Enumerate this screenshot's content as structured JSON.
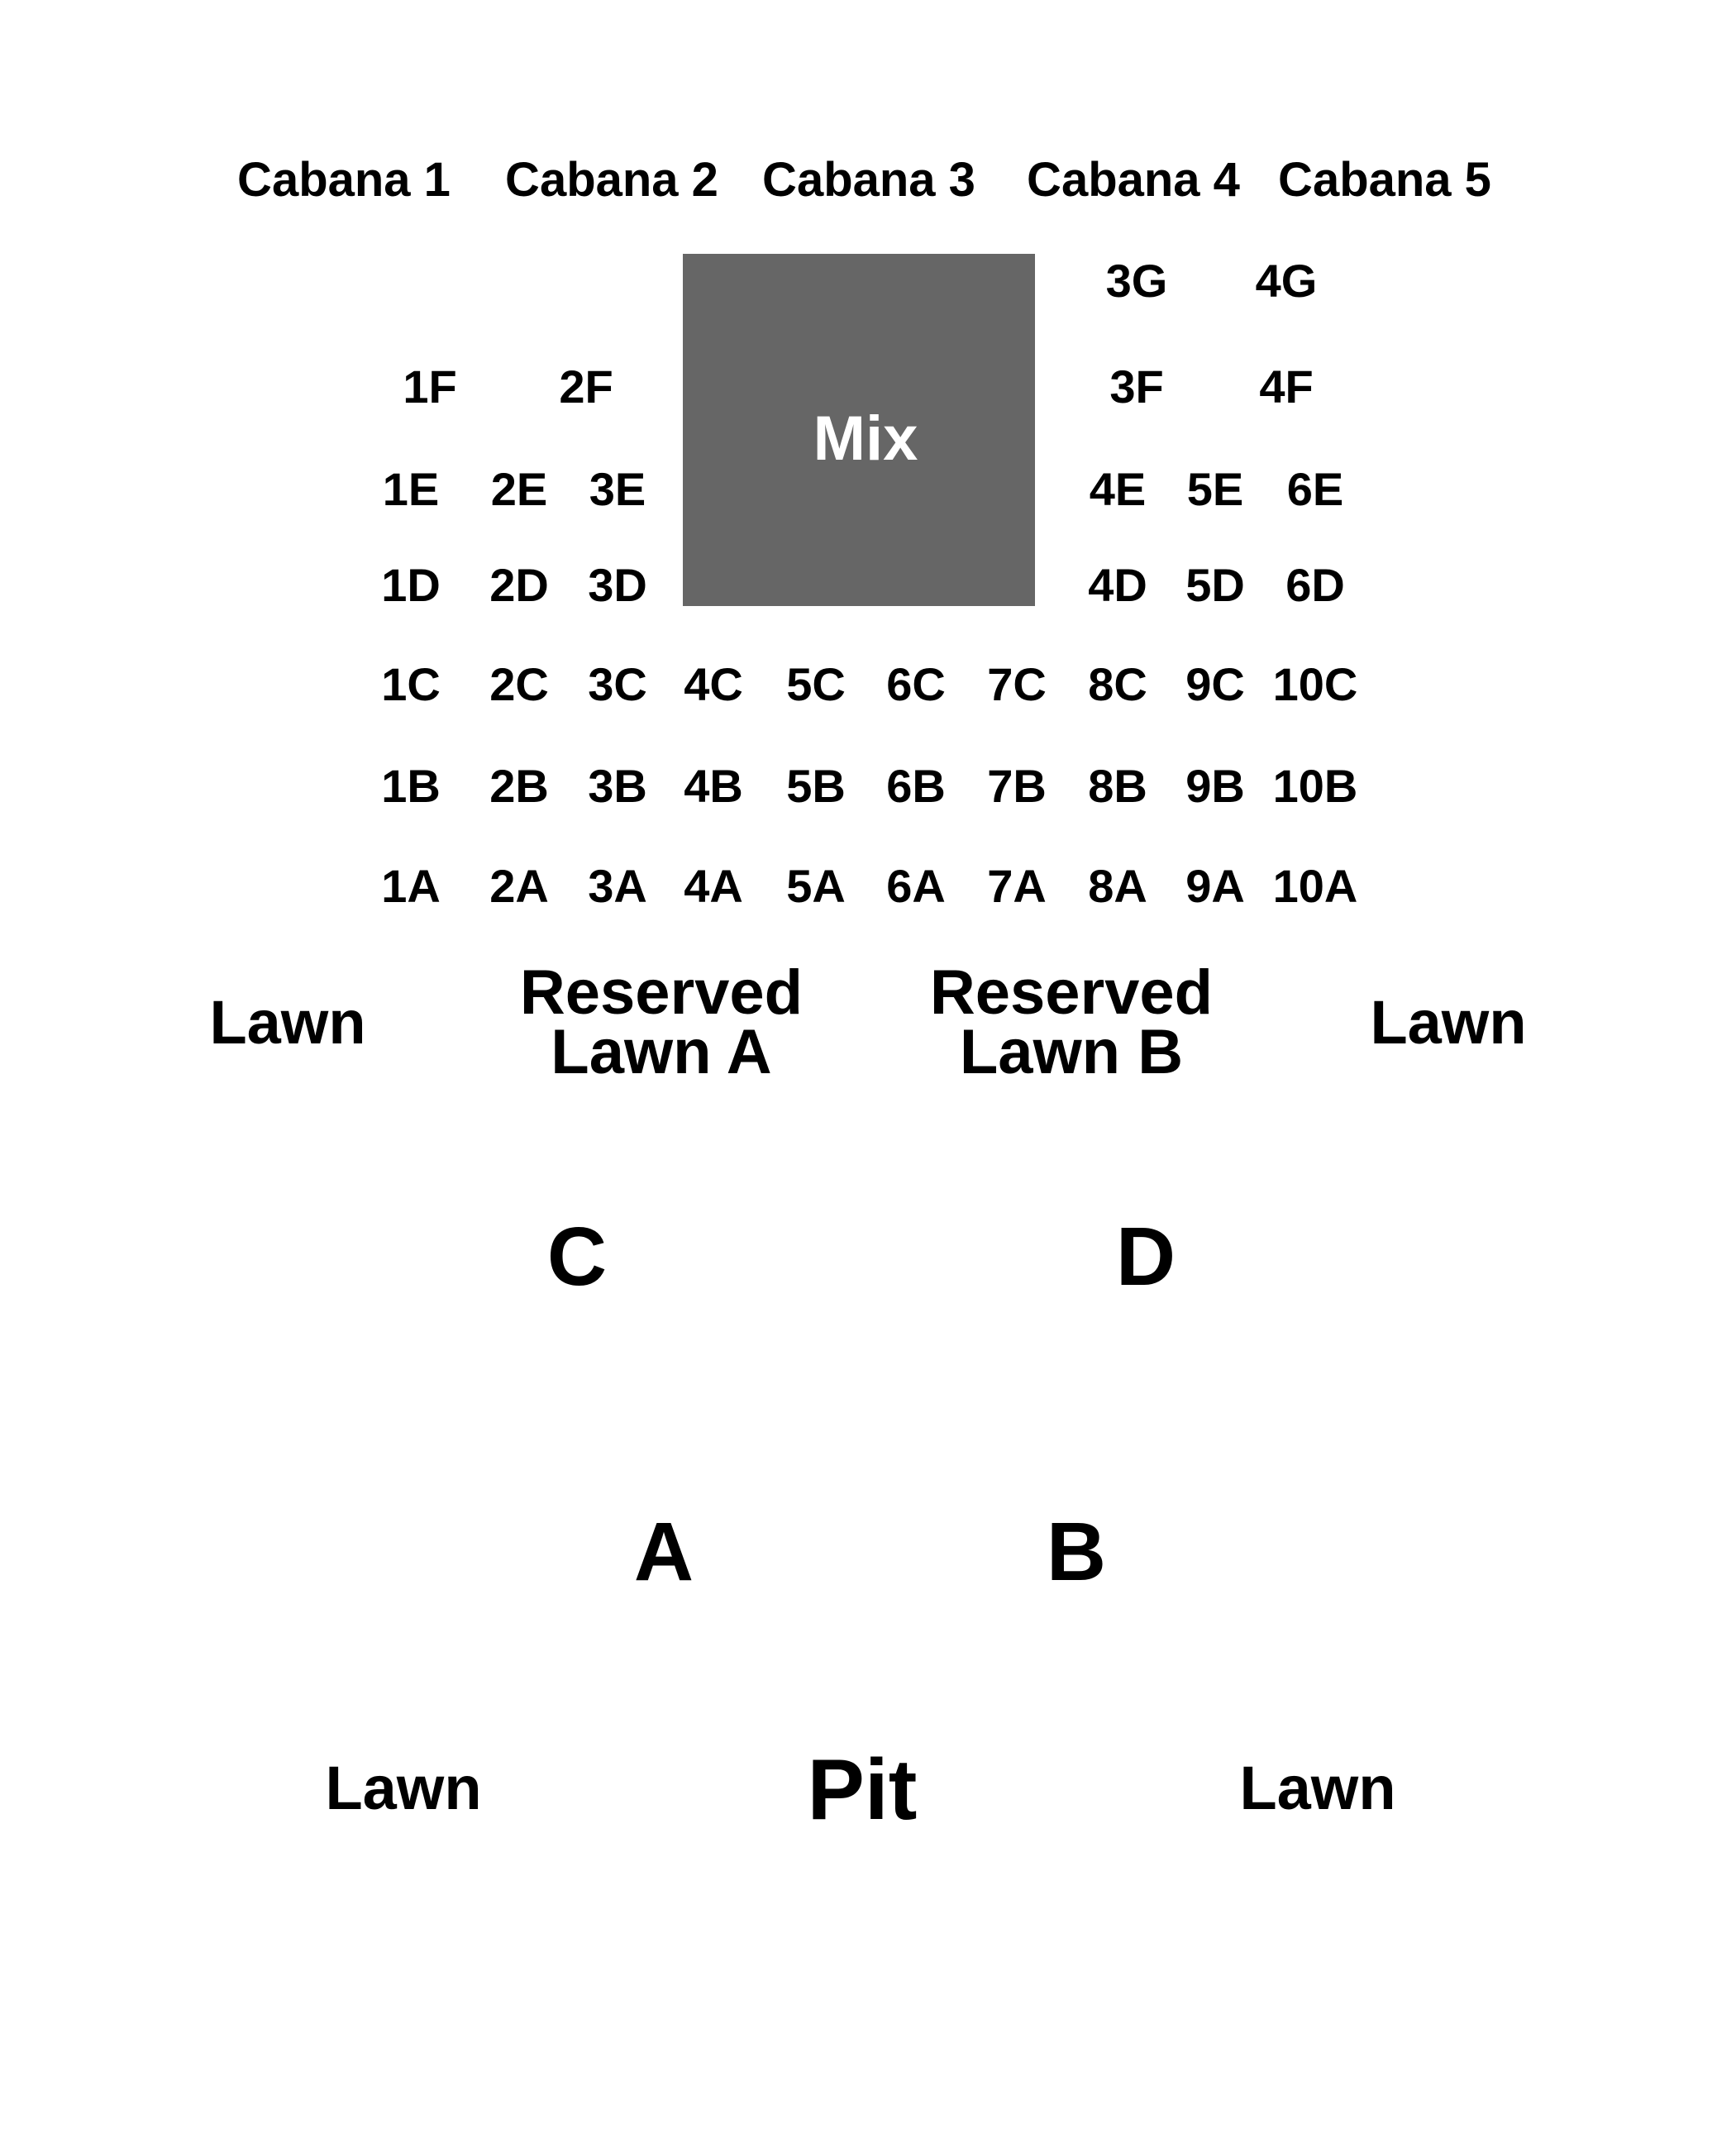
{
  "colors": {
    "text": "#000000",
    "mix_fill": "#666666",
    "mix_text": "#ffffff",
    "background": "#ffffff"
  },
  "cabanas": [
    "Cabana 1",
    "Cabana 2",
    "Cabana 3",
    "Cabana 4",
    "Cabana 5"
  ],
  "mix": {
    "label": "Mix"
  },
  "seats": {
    "row_g": [
      "3G",
      "4G"
    ],
    "row_f": [
      "1F",
      "2F",
      "3F",
      "4F"
    ],
    "row_e": [
      "1E",
      "2E",
      "3E",
      "4E",
      "5E",
      "6E"
    ],
    "row_d": [
      "1D",
      "2D",
      "3D",
      "4D",
      "5D",
      "6D"
    ],
    "row_c": [
      "1C",
      "2C",
      "3C",
      "4C",
      "5C",
      "6C",
      "7C",
      "8C",
      "9C",
      "10C"
    ],
    "row_b": [
      "1B",
      "2B",
      "3B",
      "4B",
      "5B",
      "6B",
      "7B",
      "8B",
      "9B",
      "10B"
    ],
    "row_a": [
      "1A",
      "2A",
      "3A",
      "4A",
      "5A",
      "6A",
      "7A",
      "8A",
      "9A",
      "10A"
    ]
  },
  "upper_lawn": {
    "left": "Lawn",
    "reserved_a": [
      "Reserved",
      "Lawn A"
    ],
    "reserved_b": [
      "Reserved",
      "Lawn B"
    ],
    "right": "Lawn"
  },
  "sections": {
    "c": "C",
    "d": "D",
    "a": "A",
    "b": "B"
  },
  "lower": {
    "lawn_left": "Lawn",
    "pit": "Pit",
    "lawn_right": "Lawn"
  }
}
